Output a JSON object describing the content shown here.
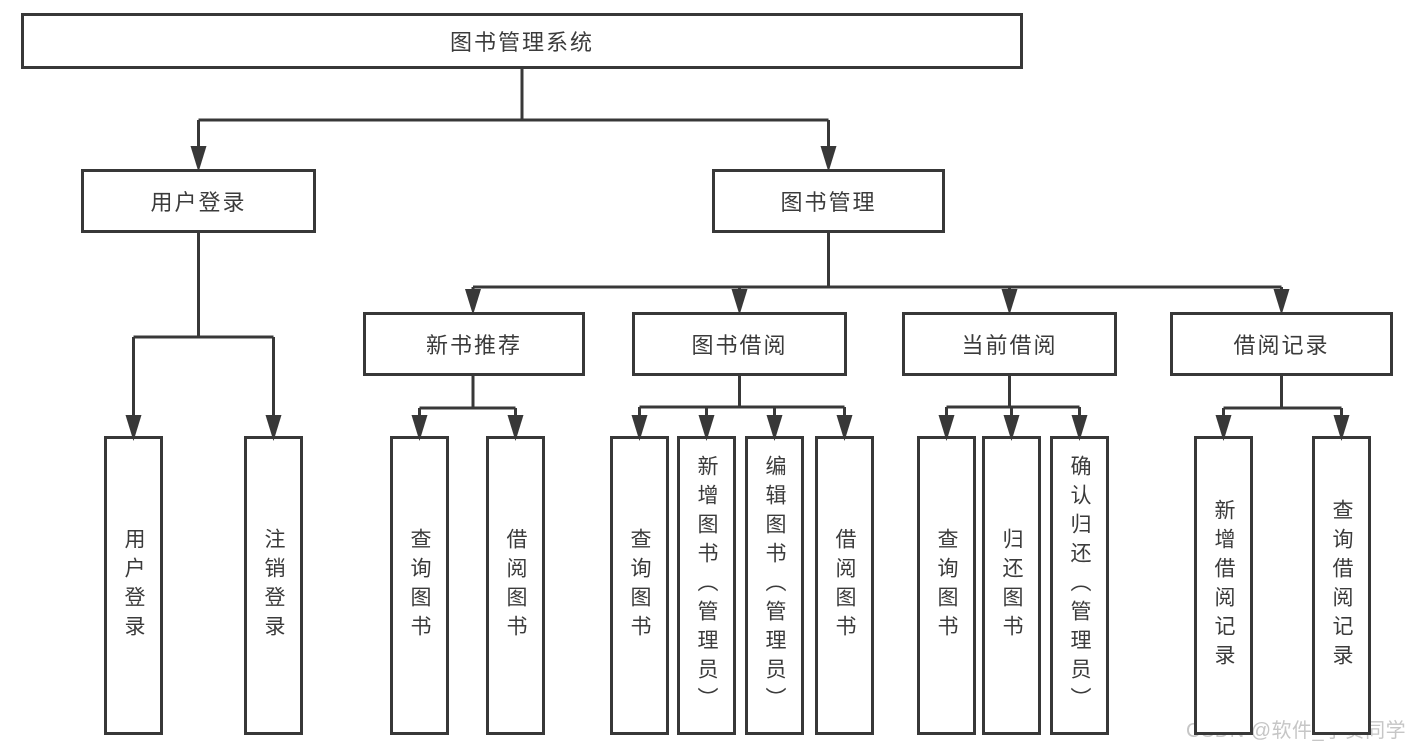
{
  "diagram": {
    "background": "#ffffff",
    "line_color": "#383838",
    "text_color": "#3b3b3b",
    "tree": {
      "label": "图书管理系统",
      "children": [
        {
          "label": "用户登录",
          "children": [
            {
              "label": "用户登录"
            },
            {
              "label": "注销登录"
            }
          ]
        },
        {
          "label": "图书管理",
          "children": [
            {
              "label": "新书推荐",
              "children": [
                {
                  "label": "查询图书"
                },
                {
                  "label": "借阅图书"
                }
              ]
            },
            {
              "label": "图书借阅",
              "children": [
                {
                  "label": "查询图书"
                },
                {
                  "label": "新增图书（管理员）"
                },
                {
                  "label": "编辑图书（管理员）"
                },
                {
                  "label": "借阅图书"
                }
              ]
            },
            {
              "label": "当前借阅",
              "children": [
                {
                  "label": "查询图书"
                },
                {
                  "label": "归还图书"
                },
                {
                  "label": "确认归还（管理员）"
                }
              ]
            },
            {
              "label": "借阅记录",
              "children": [
                {
                  "label": "新增借阅记录"
                },
                {
                  "label": "查询借阅记录"
                }
              ]
            }
          ]
        }
      ]
    },
    "watermark": {
      "text": "CSDN @软件_小贺同学",
      "color": "#c6c6c6"
    }
  }
}
